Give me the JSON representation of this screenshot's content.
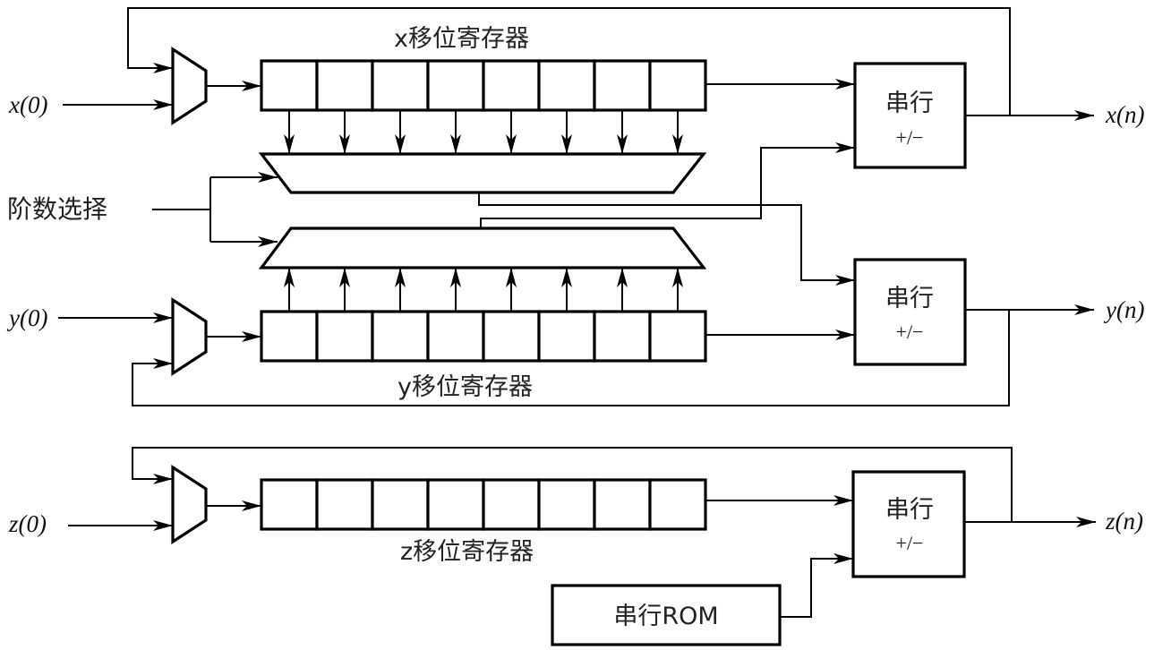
{
  "diagram": {
    "inputs": {
      "x": "x(0)",
      "y": "y(0)",
      "z": "z(0)",
      "order_select": "阶数选择"
    },
    "outputs": {
      "x": "x(n)",
      "y": "y(n)",
      "z": "z(n)"
    },
    "registers": {
      "x": "x移位寄存器",
      "y": "y移位寄存器",
      "z": "z移位寄存器",
      "cells_per_register": 8
    },
    "adders": {
      "label": "串行",
      "op": "+/−"
    },
    "rom": {
      "label": "串行ROM"
    }
  }
}
